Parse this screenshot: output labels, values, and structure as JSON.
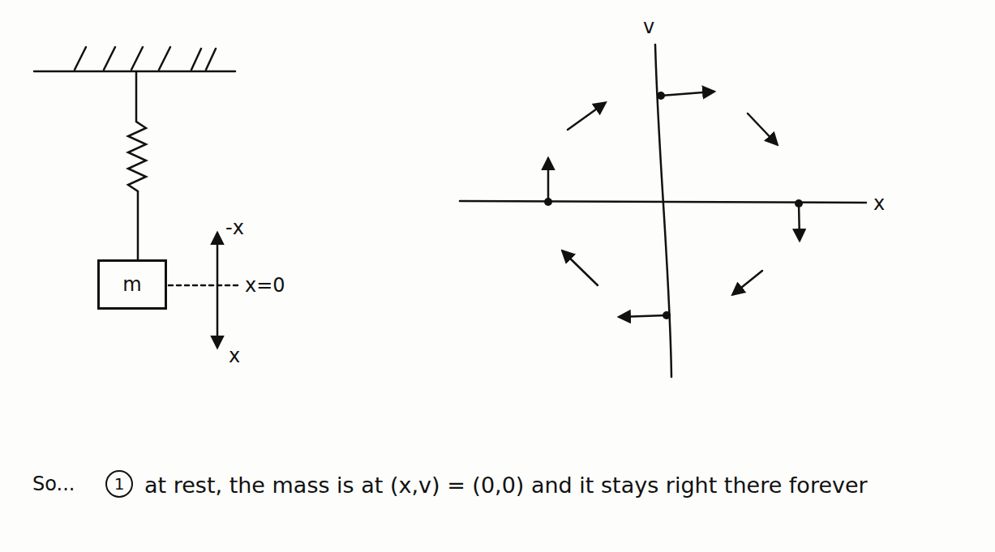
{
  "diagram": {
    "nodes": [
      {
        "text": [
          "m"
        ]
      }
    ],
    "labels": [
      "-x",
      "x=0",
      "x",
      "v",
      "x",
      "So...",
      "1",
      "at rest, the mass is at (x,v) = (0,0) and it stays right there forever"
    ]
  }
}
